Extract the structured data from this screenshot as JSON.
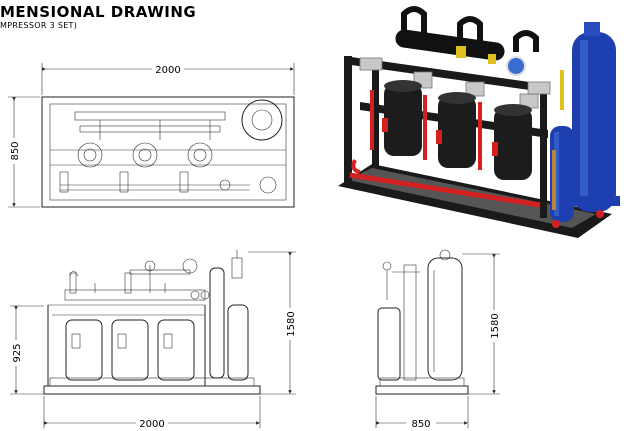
{
  "header": {
    "title": "MENSIONAL DRAWING",
    "subtitle": "MPRESSOR 3 SET)"
  },
  "dimensions": {
    "plan_width": "2000",
    "plan_depth": "850",
    "front_width": "2000",
    "front_height": "1580",
    "front_inner_height": "925",
    "side_height": "1580",
    "side_width": "850"
  },
  "colors": {
    "line": "#222222",
    "frame_black": "#1a1a1a",
    "compressor": "#1c1c1c",
    "receiver_blue": "#1e3fb0",
    "pipe_red": "#d42020",
    "valve_yellow": "#e0c020",
    "copper": "#c08040",
    "panel_grey": "#c8c8c8"
  }
}
